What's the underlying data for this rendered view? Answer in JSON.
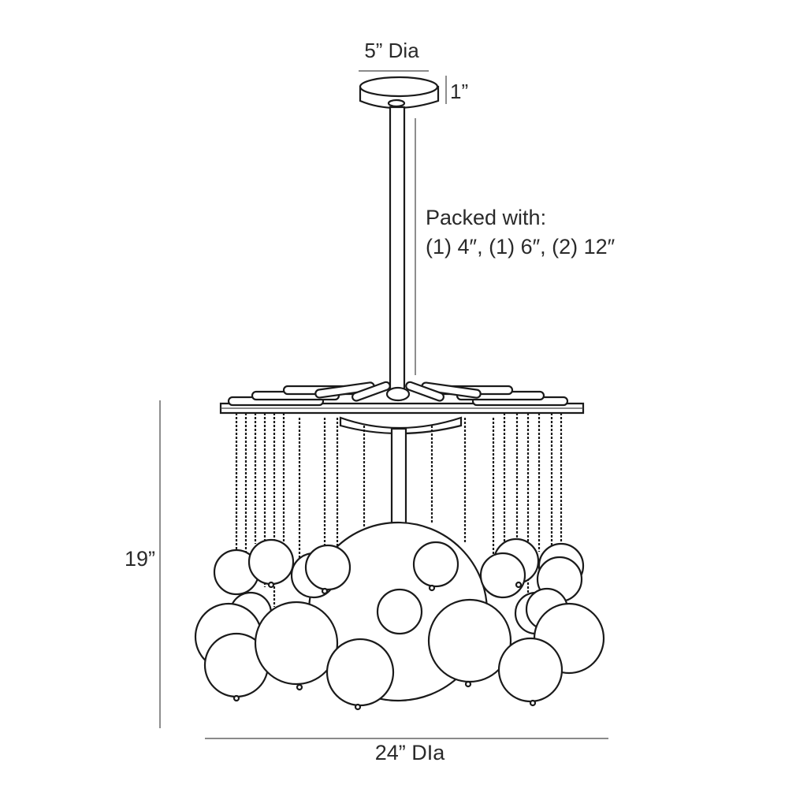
{
  "dimensions": {
    "canopy_diameter": "5” Dia",
    "canopy_height": "1”",
    "overall_height": "19”",
    "overall_diameter": "24” DIa"
  },
  "note": {
    "line1": "Packed with:",
    "line2": "(1) 4″, (1) 6″, (2) 12″"
  }
}
